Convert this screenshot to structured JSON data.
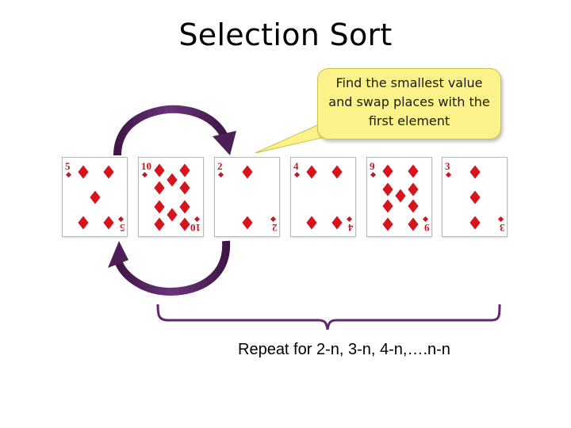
{
  "title": "Selection Sort",
  "callout": {
    "lines": [
      "Find the smallest value",
      "and swap places with the",
      "first element"
    ]
  },
  "cards": [
    {
      "rank": "5"
    },
    {
      "rank": "10"
    },
    {
      "rank": "2"
    },
    {
      "rank": "4"
    },
    {
      "rank": "9"
    },
    {
      "rank": "3"
    }
  ],
  "repeat_label": "Repeat for 2-n, 3-n, 4-n,….n-n",
  "colors": {
    "callout_fill": "#fbf38a",
    "arrow": "#5e2a6a",
    "brace": "#5e2a6a",
    "suit_red": "#d4141e"
  },
  "icons": {
    "suit": "diamond-icon",
    "swap_arrows": "curved-arrow-icon"
  }
}
